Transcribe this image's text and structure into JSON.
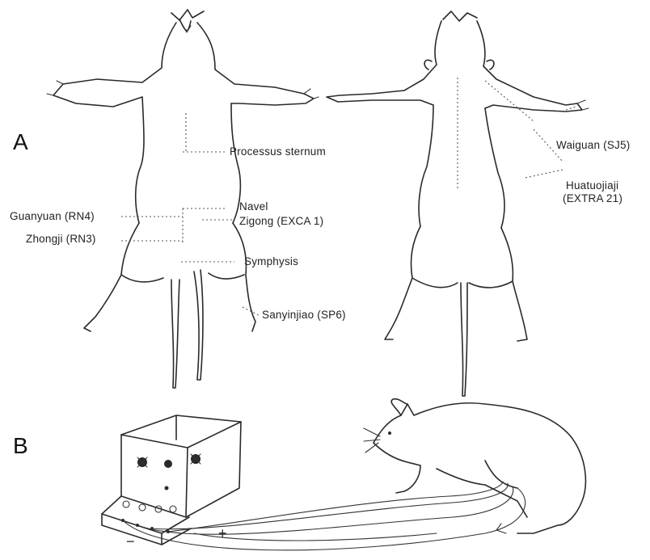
{
  "panels": {
    "a": "A",
    "b": "B"
  },
  "labels": {
    "processus_sternum": "Processus sternum",
    "navel": "Navel",
    "zigong": "Zigong (EXCA 1)",
    "guanyuan": "Guanyuan (RN4)",
    "zhongji": "Zhongji (RN3)",
    "symphysis": "Symphysis",
    "sanyinjiao": "Sanyinjiao (SP6)",
    "waiguan": "Waiguan (SJ5)",
    "huatuojiaji_1": "Huatuojiaji",
    "huatuojiaji_2": "(EXTRA 21)"
  },
  "stimulator": {
    "plus": "+",
    "minus": "−"
  }
}
